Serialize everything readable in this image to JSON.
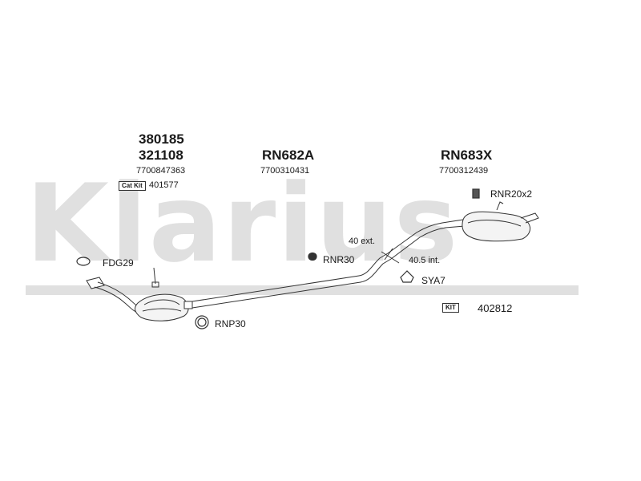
{
  "watermark": {
    "text": "Klarius"
  },
  "groups": {
    "front": {
      "code1": "380185",
      "code2": "321108",
      "oe": "7700847363",
      "catkit_label": "Cat Kit",
      "catkit_code": "401577"
    },
    "middle": {
      "code": "RN682A",
      "oe": "7700310431"
    },
    "rear": {
      "code": "RN683X",
      "oe": "7700312439"
    }
  },
  "parts": {
    "fdg29": "FDG29",
    "rnp30": "RNP30",
    "rnr30": "RNR30",
    "sya7": "SYA7",
    "rnr20x2": "RNR20x2",
    "kit_label": "KIT",
    "kit_code": "402812"
  },
  "annotations": {
    "ext": "40 ext.",
    "int": "40.5 int."
  }
}
